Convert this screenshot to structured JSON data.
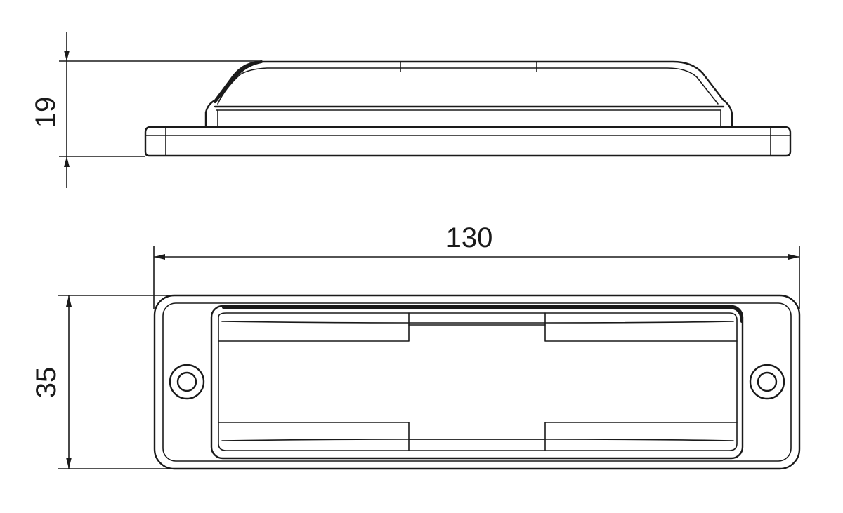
{
  "dimensions": {
    "height": "19",
    "length": "130",
    "width": "35"
  }
}
